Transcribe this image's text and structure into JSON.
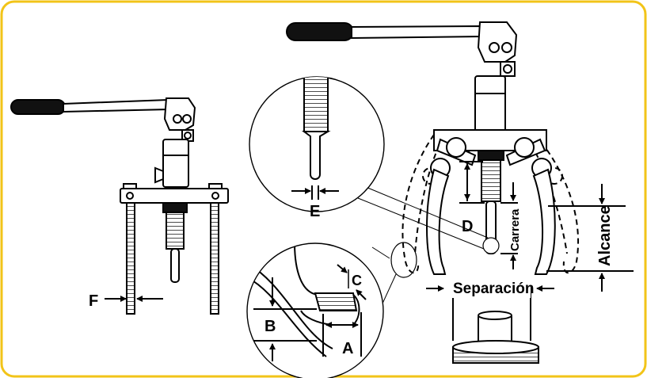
{
  "labels": {
    "a": "A",
    "b": "B",
    "c": "C",
    "d": "D",
    "e": "E",
    "f": "F",
    "carrera": "Carrera",
    "alcance": "Alcance",
    "separacion": "Separación"
  },
  "colors": {
    "frame_border": "#f2c418",
    "ink": "#000000",
    "background": "#ffffff"
  }
}
